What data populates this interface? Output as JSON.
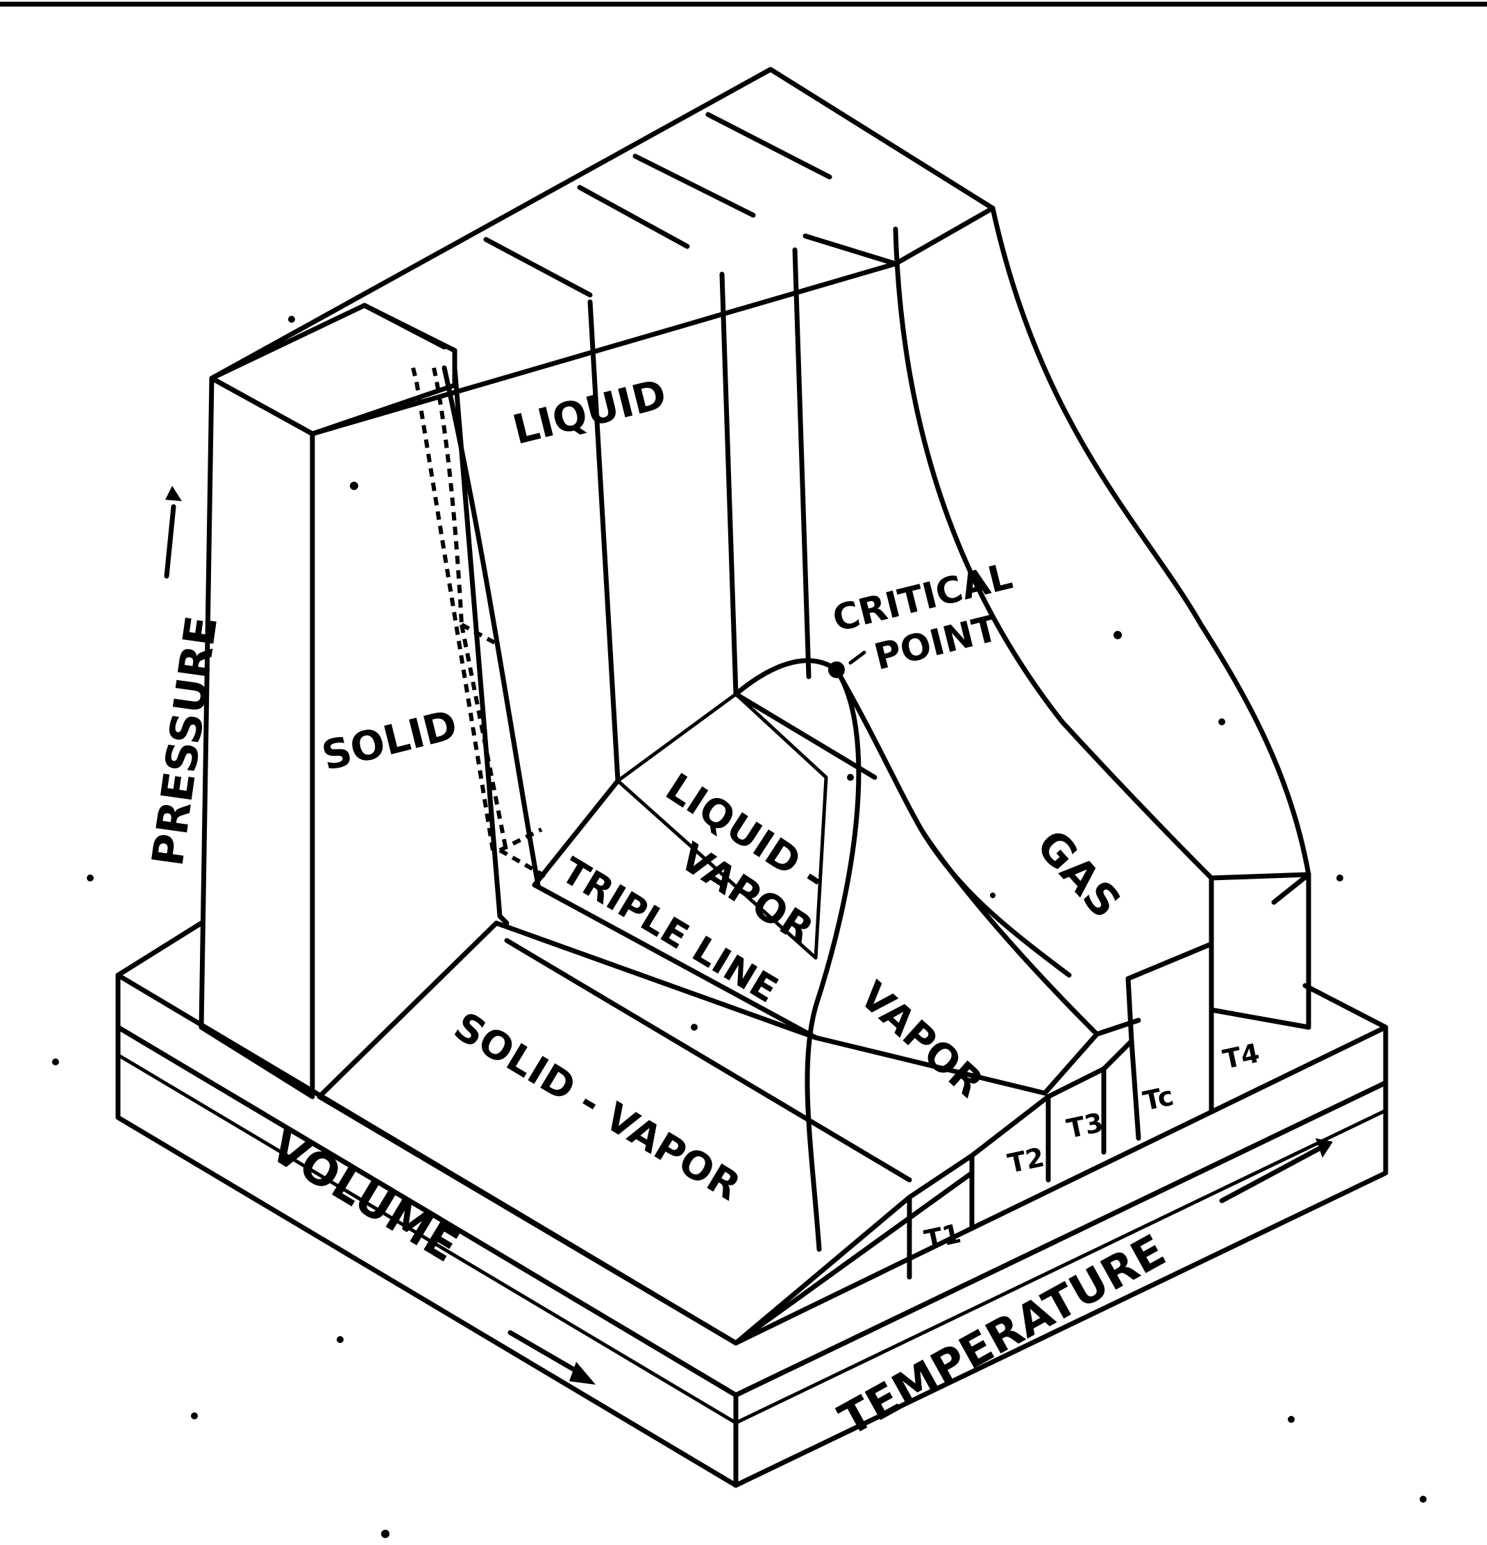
{
  "labels": {
    "solid": "SOLID",
    "liquid": "LIQUID",
    "liquid_vapor_1": "LIQUID -",
    "liquid_vapor_2": "VAPOR",
    "triple_line": "TRIPLE LINE",
    "critical_1": "CRITICAL",
    "critical_2": "POINT",
    "gas": "GAS",
    "vapor": "VAPOR",
    "solid_vapor": "SOLID - VAPOR",
    "pressure": "PRESSURE",
    "volume": "VOLUME",
    "temperature": "TEMPERATURE"
  },
  "isotherms": {
    "t1": "T1",
    "t2": "T2",
    "t3": "T3",
    "tc": "Tc",
    "t4": "T4"
  },
  "colors": {
    "ink": "#000000",
    "paper": "#ffffff"
  }
}
